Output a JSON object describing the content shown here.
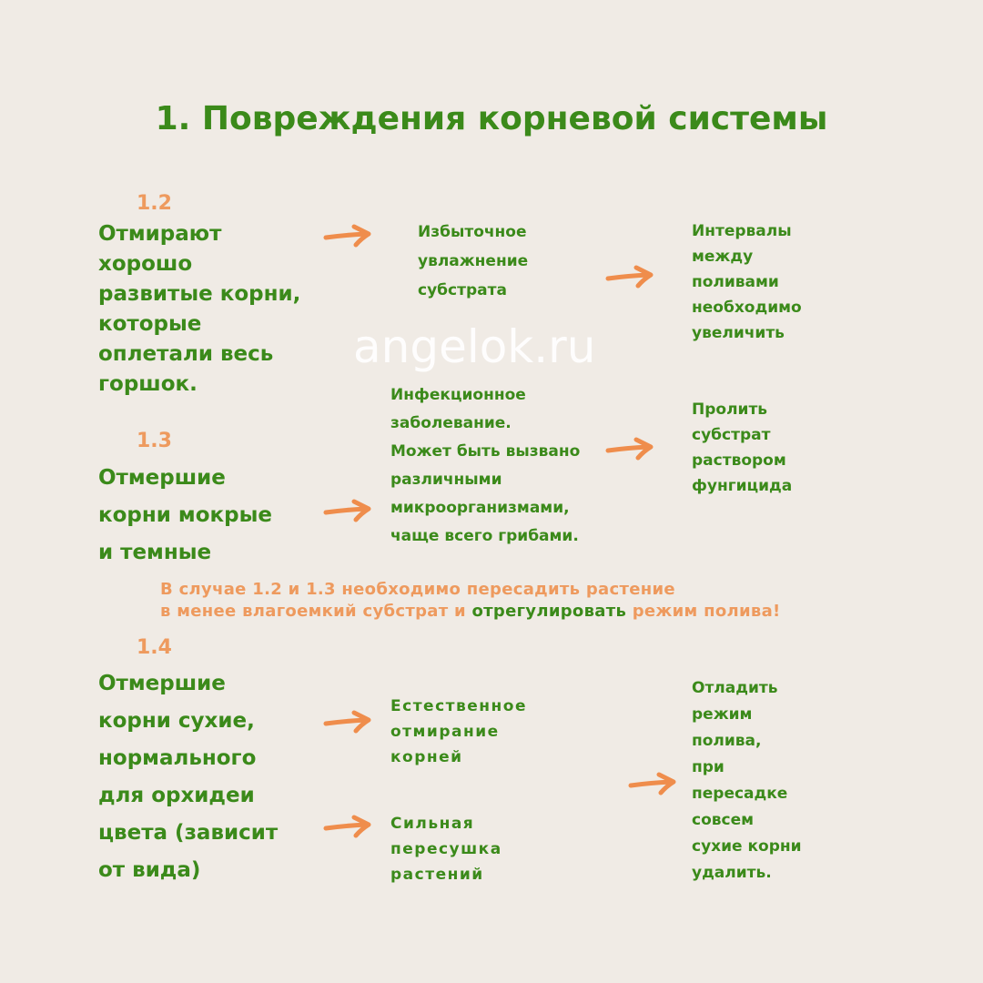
{
  "title": "1. Повреждения корневой системы",
  "watermark": "angelok.ru",
  "colors": {
    "background": "#f0ebe5",
    "green": "#3b8a1a",
    "orange": "#ee9a5e"
  },
  "sections": [
    {
      "number": "1.2",
      "symptom": [
        "Отмирают",
        "хорошо",
        "развитые корни,",
        "которые",
        "оплетали весь",
        "горшок."
      ],
      "cause": [
        "Избыточное",
        "увлажнение",
        "субстрата"
      ],
      "solution": [
        "Интервалы",
        "между",
        "поливами",
        "необходимо",
        "увеличить"
      ]
    },
    {
      "number": "1.3",
      "symptom": [
        "Отмершие",
        "корни мокрые",
        "и темные"
      ],
      "cause": [
        "Инфекционное",
        "заболевание.",
        "Может быть вызвано",
        "различными",
        "микроорганизмами,",
        "чаще всего грибами."
      ],
      "solution": [
        "Пролить",
        "субстрат",
        "раствором",
        "фунгицида"
      ]
    },
    {
      "number": "1.4",
      "symptom": [
        "Отмершие",
        "корни сухие,",
        "нормального",
        "для орхидеи",
        "цвета (зависит",
        "от вида)"
      ],
      "causes": [
        [
          "Естественное",
          "отмирание",
          "корней"
        ],
        [
          "Сильная",
          "пересушка",
          "растений"
        ]
      ],
      "solution": [
        "Отладить",
        "режим",
        "полива,",
        "при",
        "пересадке",
        "совсем",
        "сухие корни",
        "удалить."
      ]
    }
  ],
  "note": {
    "line1": "В случае 1.2 и 1.3 необходимо пересадить растение",
    "line2_start": "в менее влагоемкий субстрат и ",
    "line2_highlight": "отрегулировать",
    "line2_end": " режим полива!"
  },
  "icons": {
    "arrow": "right-arrow-icon"
  }
}
